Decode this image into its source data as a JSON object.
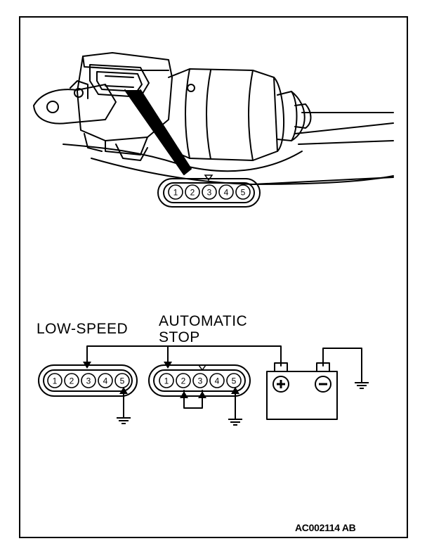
{
  "labels": {
    "low_speed": "LOW-SPEED",
    "automatic_stop_line1": "AUTOMATIC",
    "automatic_stop_line2": "STOP"
  },
  "figure_code": "AC002114 AB",
  "connector_pins": [
    "1",
    "2",
    "3",
    "4",
    "5"
  ],
  "battery": {
    "positive_symbol": "+",
    "negative_symbol": "−"
  },
  "icons": [
    "ground-symbol",
    "key-mark-triangle",
    "probe-arrow"
  ]
}
